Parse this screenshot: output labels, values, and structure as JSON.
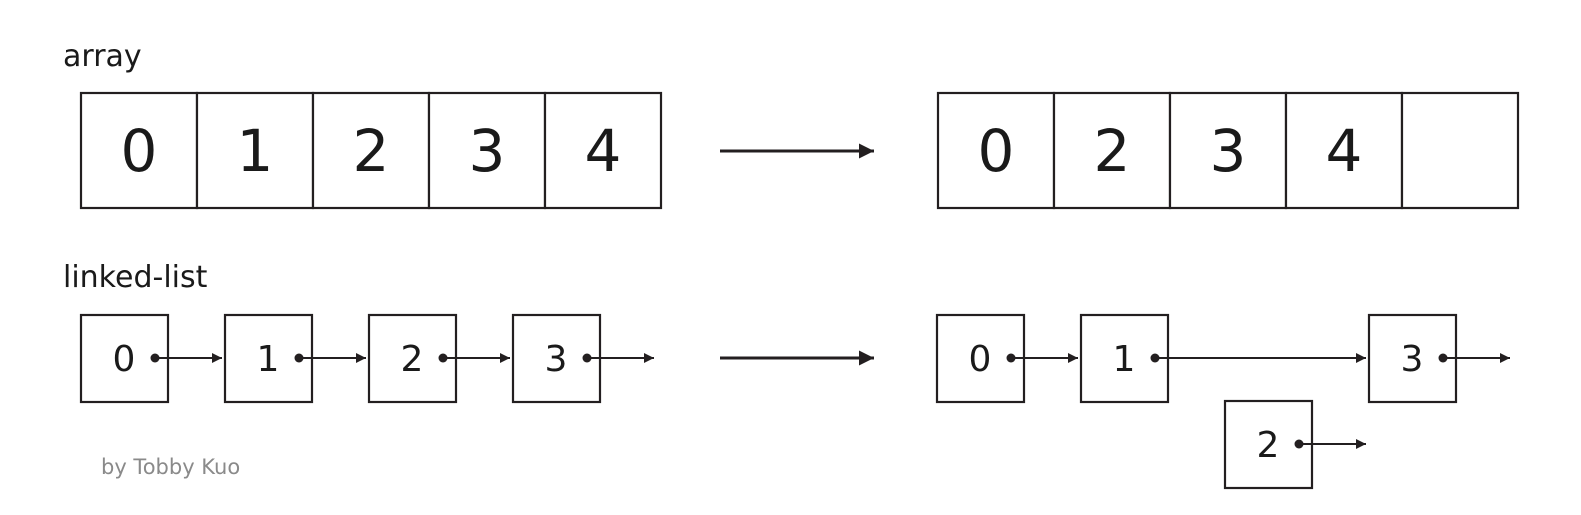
{
  "labels": {
    "array": "array",
    "linked_list": "linked-list",
    "credit": "by Tobby Kuo"
  },
  "array_before": [
    "0",
    "1",
    "2",
    "3",
    "4"
  ],
  "array_after": [
    "0",
    "2",
    "3",
    "4",
    ""
  ],
  "list_before": [
    "0",
    "1",
    "2",
    "3"
  ],
  "list_after": [
    "0",
    "1",
    "3"
  ],
  "list_removed": "2"
}
